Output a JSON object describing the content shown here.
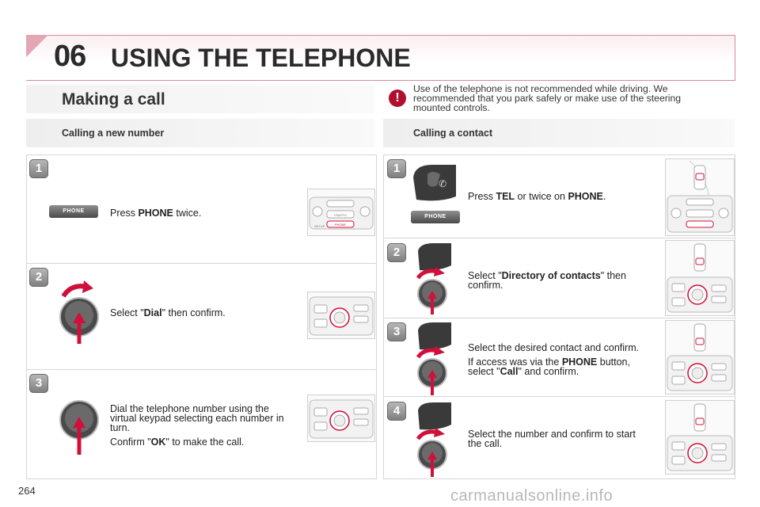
{
  "header": {
    "chapter_number": "06",
    "chapter_title": "USING THE TELEPHONE"
  },
  "section": {
    "title": "Making a call"
  },
  "warning": {
    "text": "Use of the telephone is not recommended while driving. We recommended that you park safely or make use of the steering mounted controls."
  },
  "left": {
    "subtitle": "Calling a new number",
    "steps": [
      {
        "number": "1",
        "parts": [
          "Press ",
          "PHONE",
          " twice."
        ]
      },
      {
        "number": "2",
        "parts": [
          "Select \"",
          "Dial",
          "\" then confirm."
        ]
      },
      {
        "number": "3",
        "line1": "Dial the telephone number using the virtual keypad selecting each number in turn.",
        "line2_parts": [
          "Confirm \"",
          "OK",
          "\" to make the call."
        ]
      }
    ]
  },
  "right": {
    "subtitle": "Calling a contact",
    "steps": [
      {
        "number": "1",
        "parts": [
          "Press ",
          "TEL",
          " or twice on ",
          "PHONE",
          "."
        ]
      },
      {
        "number": "2",
        "parts": [
          "Select \"",
          "Directory of contacts",
          "\" then confirm."
        ]
      },
      {
        "number": "3",
        "line1": "Select the desired contact and confirm.",
        "line2_parts": [
          "If access was via the ",
          "PHONE",
          " button, select \"",
          "Call",
          "\" and confirm."
        ]
      },
      {
        "number": "4",
        "text": "Select the number and confirm to start the call."
      }
    ]
  },
  "ui_labels": {
    "phone_button": "PHONE",
    "console_phone": "PHONE",
    "console_traffic": "TRAFFIC",
    "console_setup": "SETUP"
  },
  "footer": {
    "page_number": "264",
    "watermark": "carmanualsonline.info"
  },
  "colors": {
    "accent": "#d0103a",
    "band": "#e3a7b4"
  },
  "icons": [
    "warning-icon",
    "rotary-knob-icon",
    "rotate-arrow-icon",
    "push-arrow-icon",
    "steering-tel-button-icon",
    "phone-button-icon",
    "console-icon"
  ]
}
